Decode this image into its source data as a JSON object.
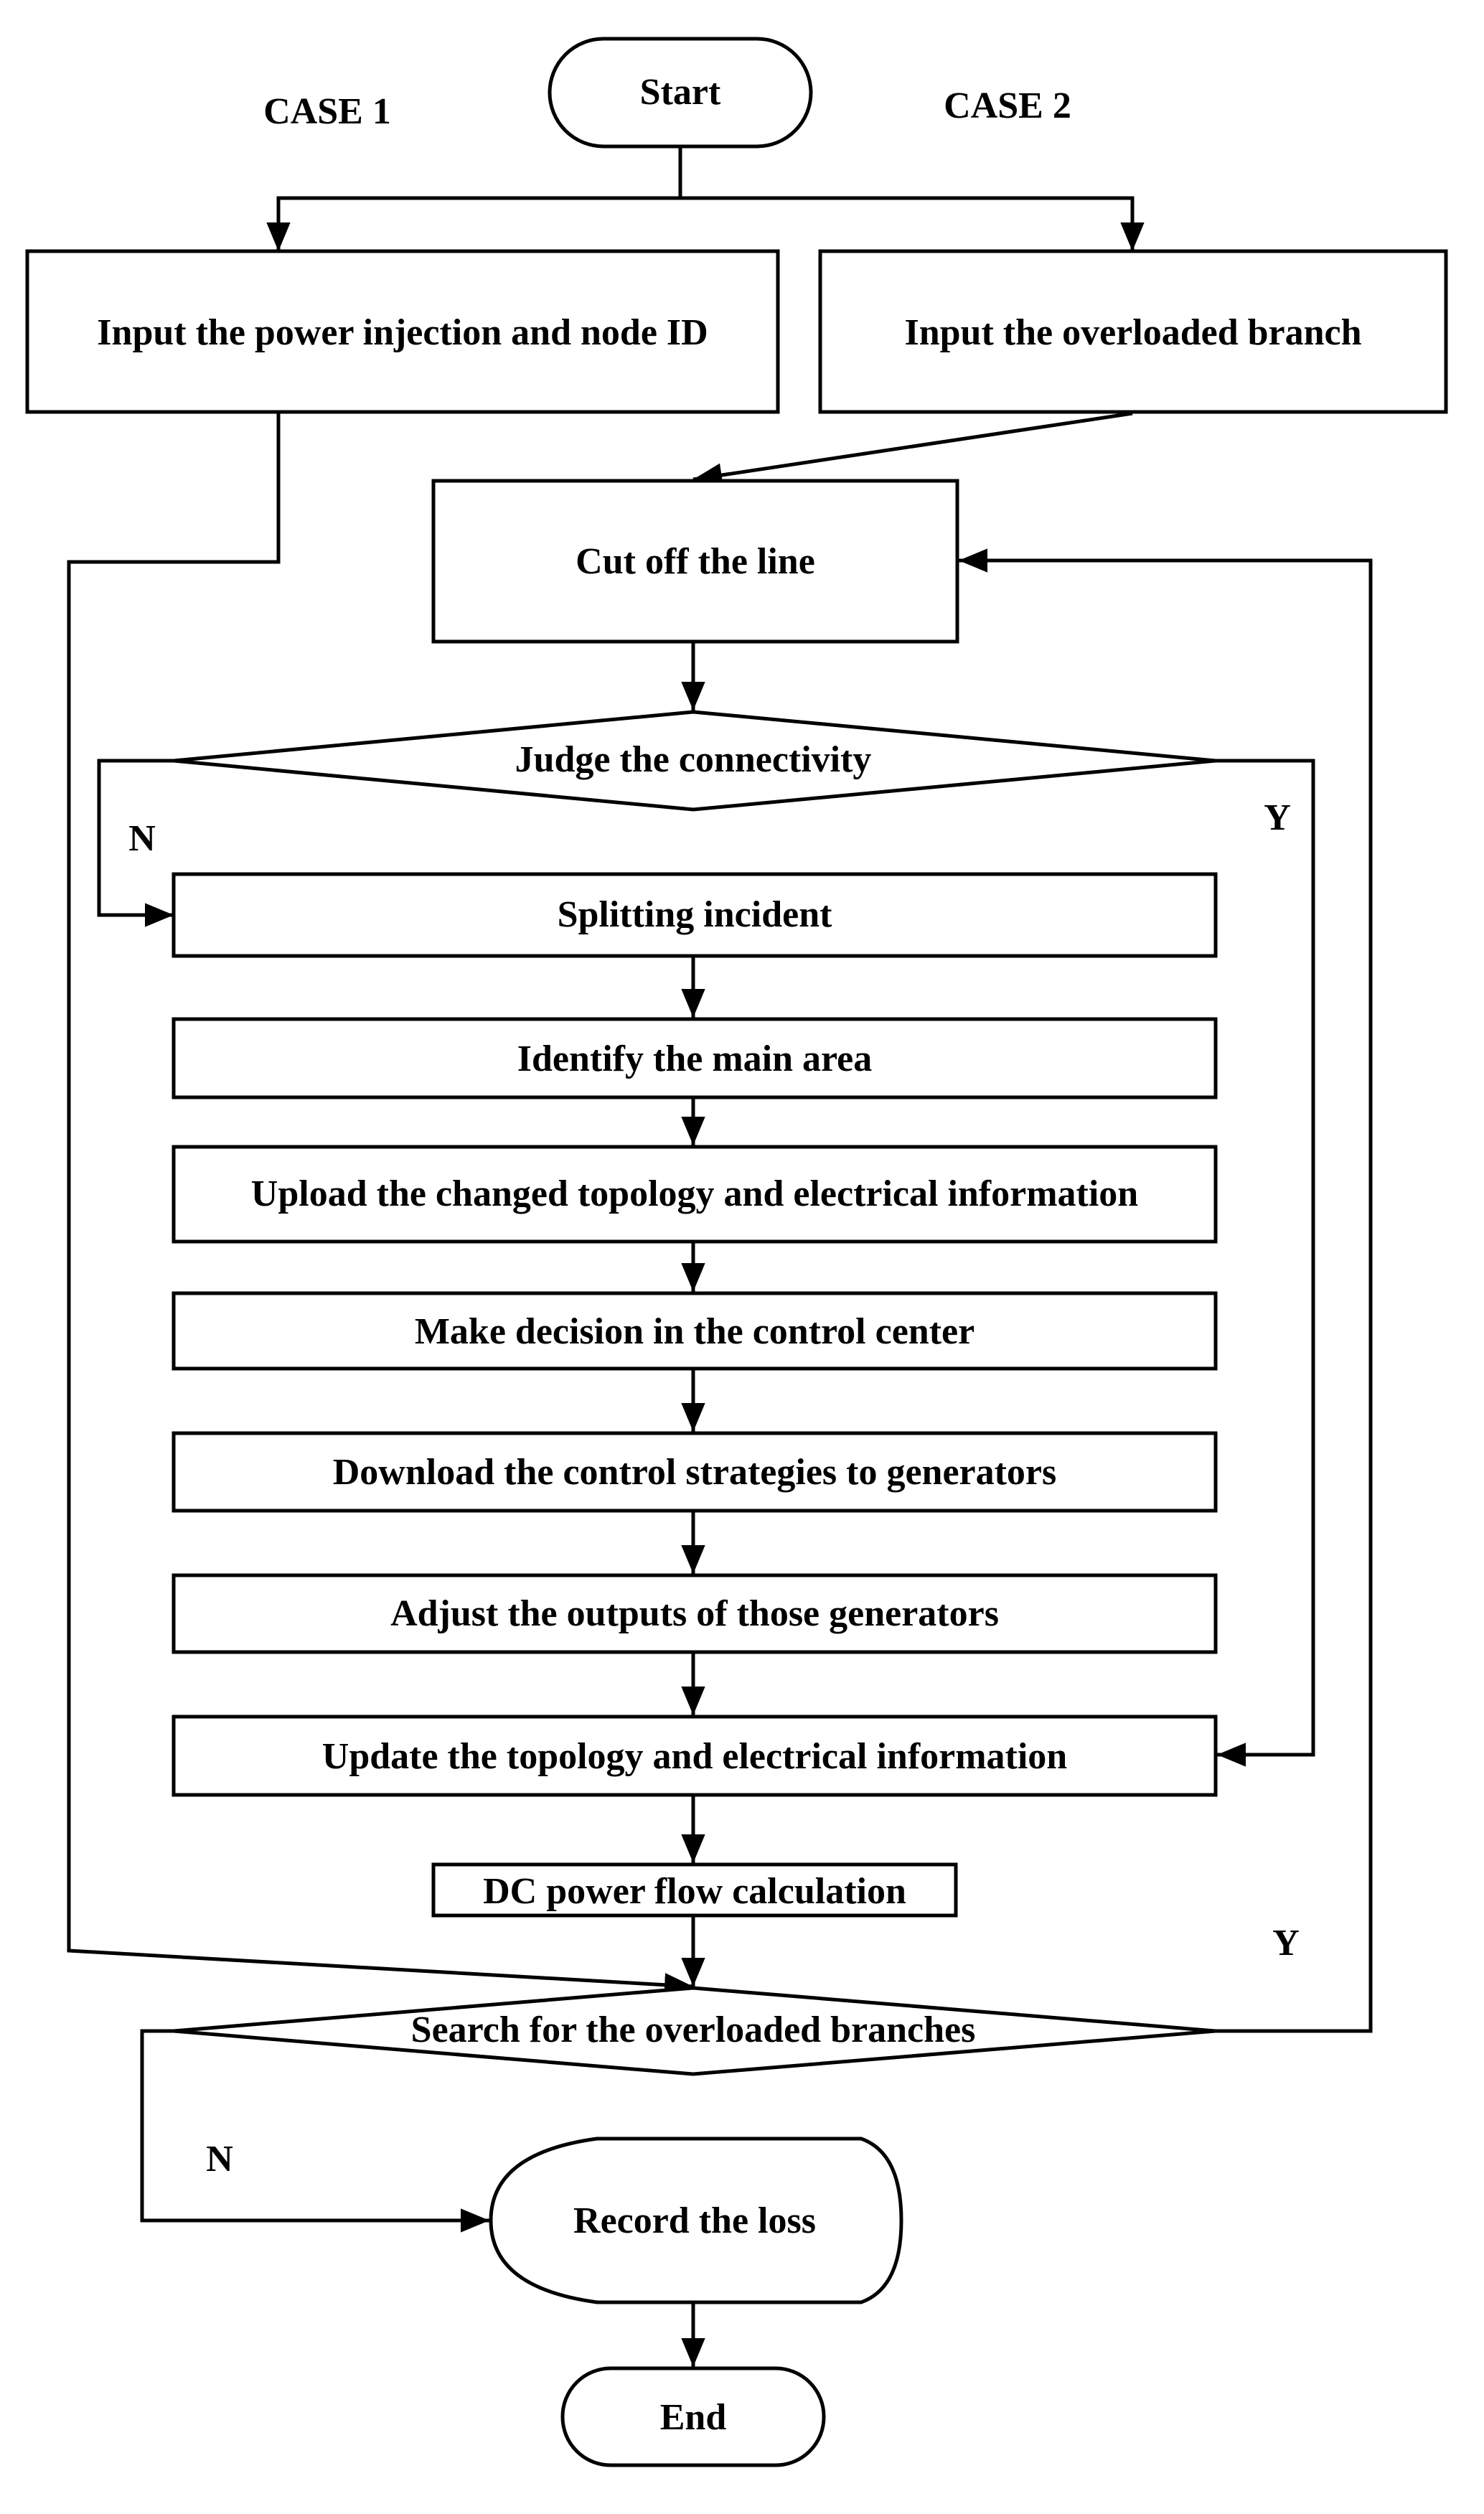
{
  "case_labels": {
    "case1": "CASE 1",
    "case2": "CASE 2"
  },
  "nodes": {
    "start": "Start",
    "input_power": "Input the power injection and node ID",
    "input_branch": "Input the overloaded branch",
    "cut_line": "Cut off the line",
    "judge": "Judge the connectivity",
    "splitting": "Splitting incident",
    "identify": "Identify the main area",
    "upload": "Upload the changed topology and electrical information",
    "decision": "Make decision in the control center",
    "download": "Download the control strategies to generators",
    "adjust": "Adjust the outputs of those generators",
    "update": "Update the topology and electrical information",
    "dc_flow": "DC power flow calculation",
    "search": "Search for the overloaded branches",
    "record": "Record the loss",
    "end": "End"
  },
  "branch_labels": {
    "judge_no": "N",
    "judge_yes": "Y",
    "search_yes": "Y",
    "search_no": "N"
  }
}
